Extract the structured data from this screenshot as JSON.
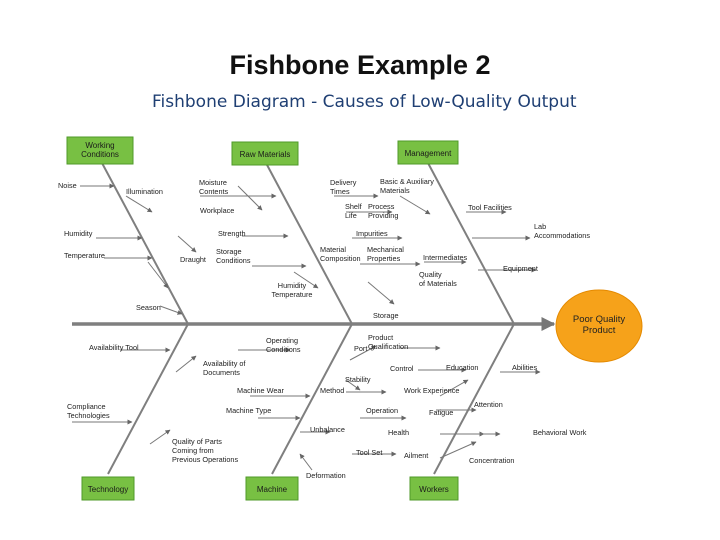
{
  "slide_title": "Fishbone Example 2",
  "diagram_title": "Fishbone Diagram - Causes of Low-Quality Output",
  "effect": {
    "lines": [
      "Poor Quality",
      "Product"
    ],
    "color": "#f6a21a"
  },
  "category_color": "#78c043",
  "categories": [
    {
      "key": "working_conditions",
      "lines": [
        "Working",
        "Conditions"
      ]
    },
    {
      "key": "raw_materials",
      "lines": [
        "Raw Materials"
      ]
    },
    {
      "key": "management",
      "lines": [
        "Management"
      ]
    },
    {
      "key": "technology",
      "lines": [
        "Technology"
      ]
    },
    {
      "key": "machine",
      "lines": [
        "Machine"
      ]
    },
    {
      "key": "workers",
      "lines": [
        "Workers"
      ]
    }
  ],
  "causes": [
    {
      "key": "noise",
      "lines": [
        "Noise"
      ]
    },
    {
      "key": "illumination",
      "lines": [
        "Illumination"
      ]
    },
    {
      "key": "humidity",
      "lines": [
        "Humidity"
      ]
    },
    {
      "key": "temperature",
      "lines": [
        "Temperature"
      ]
    },
    {
      "key": "season",
      "lines": [
        "Season"
      ]
    },
    {
      "key": "moisture",
      "lines": [
        "Moisture",
        "Contents"
      ]
    },
    {
      "key": "workplace",
      "lines": [
        "Workplace"
      ]
    },
    {
      "key": "strength",
      "lines": [
        "Strength"
      ]
    },
    {
      "key": "draught",
      "lines": [
        "Draught"
      ]
    },
    {
      "key": "storage_cond",
      "lines": [
        "Storage",
        "Conditions"
      ]
    },
    {
      "key": "humidity_temp",
      "lines": [
        "Humidity",
        "Temperature"
      ]
    },
    {
      "key": "delivery",
      "lines": [
        "Delivery",
        "Times"
      ]
    },
    {
      "key": "shelf",
      "lines": [
        "Shelf",
        "Life"
      ]
    },
    {
      "key": "process",
      "lines": [
        "Process",
        "Providing"
      ]
    },
    {
      "key": "impurities",
      "lines": [
        "Impurities"
      ]
    },
    {
      "key": "material_comp",
      "lines": [
        "Material",
        "Composition"
      ]
    },
    {
      "key": "mechanical",
      "lines": [
        "Mechanical",
        "Properties"
      ]
    },
    {
      "key": "storage",
      "lines": [
        "Storage"
      ]
    },
    {
      "key": "basic_aux",
      "lines": [
        "Basic & Auxiliary",
        "Materials"
      ]
    },
    {
      "key": "tool_facilities",
      "lines": [
        "Tool Facilities"
      ]
    },
    {
      "key": "lab",
      "lines": [
        "Lab",
        "Accommodations"
      ]
    },
    {
      "key": "intermediates",
      "lines": [
        "Intermediates"
      ]
    },
    {
      "key": "equipment",
      "lines": [
        "Equipment"
      ]
    },
    {
      "key": "quality_materials",
      "lines": [
        "Quality",
        "of Materials"
      ]
    },
    {
      "key": "availability_tool",
      "lines": [
        "Availability Tool"
      ]
    },
    {
      "key": "availability_docs",
      "lines": [
        "Availability of",
        "Documents"
      ]
    },
    {
      "key": "compliance",
      "lines": [
        "Compliance",
        "Technologies"
      ]
    },
    {
      "key": "quality_parts",
      "lines": [
        "Quality of Parts",
        "Coming from",
        "Previous Operations"
      ]
    },
    {
      "key": "operating_cond",
      "lines": [
        "Operating",
        "Conditions"
      ]
    },
    {
      "key": "machine_wear",
      "lines": [
        "Machine Wear"
      ]
    },
    {
      "key": "machine_type",
      "lines": [
        "Machine Type"
      ]
    },
    {
      "key": "unbalance",
      "lines": [
        "Unbalance"
      ]
    },
    {
      "key": "deformation",
      "lines": [
        "Deformation"
      ]
    },
    {
      "key": "port",
      "lines": [
        "Port"
      ]
    },
    {
      "key": "stability",
      "lines": [
        "Stability"
      ]
    },
    {
      "key": "method",
      "lines": [
        "Method"
      ]
    },
    {
      "key": "operation",
      "lines": [
        "Operation"
      ]
    },
    {
      "key": "tool_set",
      "lines": [
        "Tool Set"
      ]
    },
    {
      "key": "product_qual",
      "lines": [
        "Product",
        "Qualification"
      ]
    },
    {
      "key": "control",
      "lines": [
        "Control"
      ]
    },
    {
      "key": "education",
      "lines": [
        "Education"
      ]
    },
    {
      "key": "abilities",
      "lines": [
        "Abilities"
      ]
    },
    {
      "key": "work_experience",
      "lines": [
        "Work Experience"
      ]
    },
    {
      "key": "attention",
      "lines": [
        "Attention"
      ]
    },
    {
      "key": "fatigue",
      "lines": [
        "Fatigue"
      ]
    },
    {
      "key": "health",
      "lines": [
        "Health"
      ]
    },
    {
      "key": "behavioral",
      "lines": [
        "Behavioral Work"
      ]
    },
    {
      "key": "ailment",
      "lines": [
        "Ailment"
      ]
    },
    {
      "key": "concentration",
      "lines": [
        "Concentration"
      ]
    }
  ]
}
